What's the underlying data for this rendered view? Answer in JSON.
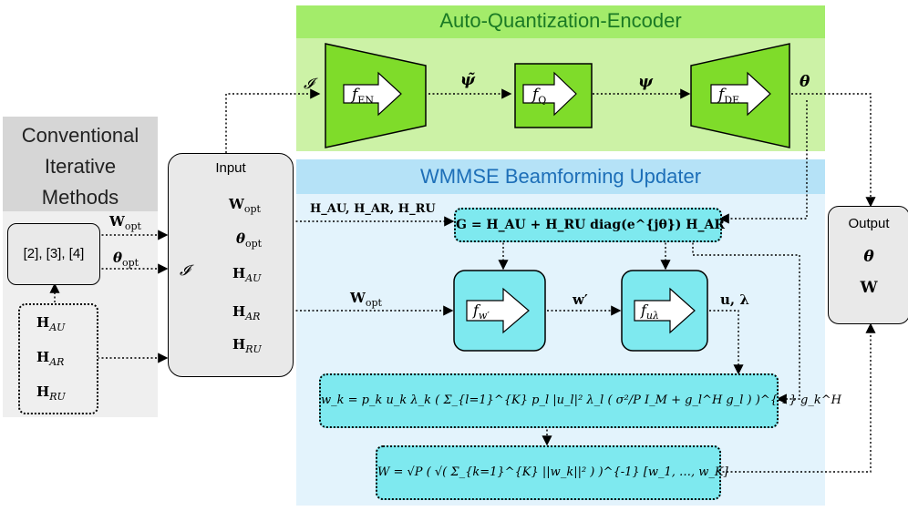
{
  "aqe": {
    "title": "Auto-Quantization-Encoder",
    "encoder_label": "f",
    "encoder_sub": "EN",
    "quant_label": "f",
    "quant_sub": "Q",
    "decoder_label": "f",
    "decoder_sub": "DE",
    "input_symbol": "𝓘",
    "psi_tilde": "ψ̃",
    "psi": "ψ",
    "theta_out": "θ"
  },
  "conventional": {
    "title_line1": "Conventional",
    "title_line2": "Iterative",
    "title_line3": "Methods",
    "refs": "[2], [3], [4]",
    "w_opt": "W",
    "w_opt_sub": "opt",
    "theta_opt": "θ",
    "theta_opt_sub": "opt",
    "channels": [
      {
        "main": "H",
        "sub": "AU"
      },
      {
        "main": "H",
        "sub": "AR"
      },
      {
        "main": "H",
        "sub": "RU"
      }
    ]
  },
  "input_block": {
    "title": "Input",
    "symbol": "𝓘",
    "items": [
      {
        "main": "W",
        "sub": "opt"
      },
      {
        "main": "θ",
        "sub": "opt"
      },
      {
        "main": "H",
        "sub": "AU"
      },
      {
        "main": "H",
        "sub": "AR"
      },
      {
        "main": "H",
        "sub": "RU"
      }
    ]
  },
  "wmmse": {
    "title": "WMMSE Beamforming Updater",
    "channel_label": "H_AU, H_AR, H_RU",
    "w_opt_label": "W",
    "w_opt_sub": "opt",
    "g_equation": "G = H_AU + H_RU diag(e^{jθ}) H_AR",
    "fw_label": "f",
    "fw_sub": "w′",
    "w_prime": "w′",
    "fu_label": "f",
    "fu_sub": "uλ",
    "u_lambda": "u, λ",
    "wk_equation": "w_k = p_k u_k λ_k ( Σ_{l=1}^{K} p_l |u_l|² λ_l ( σ²/P I_M + g_l^H g_l ) )^{-1} g_k^H",
    "W_equation": "W = √P ( √( Σ_{k=1}^{K} ||w_k||² ) )^{-1} [w_1, …, w_K]"
  },
  "output": {
    "title": "Output",
    "theta": "θ",
    "W": "W"
  }
}
